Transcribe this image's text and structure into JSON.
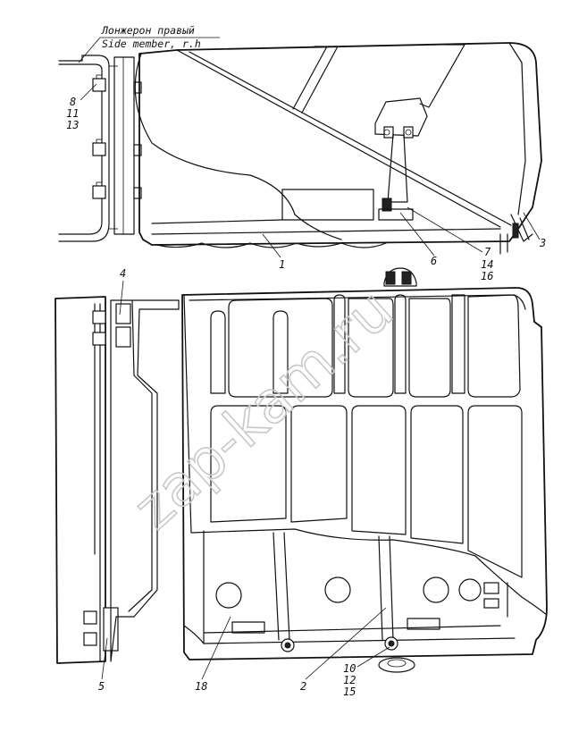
{
  "header": {
    "title_ru": "Лонжерон правый",
    "title_en": "Side member, r.h"
  },
  "watermark": "zap-kam.ru",
  "callouts": {
    "c_8_11_13": [
      "8",
      "11",
      "13"
    ],
    "c_3": "3",
    "c_7_14_16": [
      "7",
      "14",
      "16"
    ],
    "c_6": "6",
    "c_1": "1",
    "c_4": "4",
    "c_5": "5",
    "c_18": "18",
    "c_2": "2",
    "c_10_12_15": [
      "10",
      "12",
      "15"
    ]
  }
}
